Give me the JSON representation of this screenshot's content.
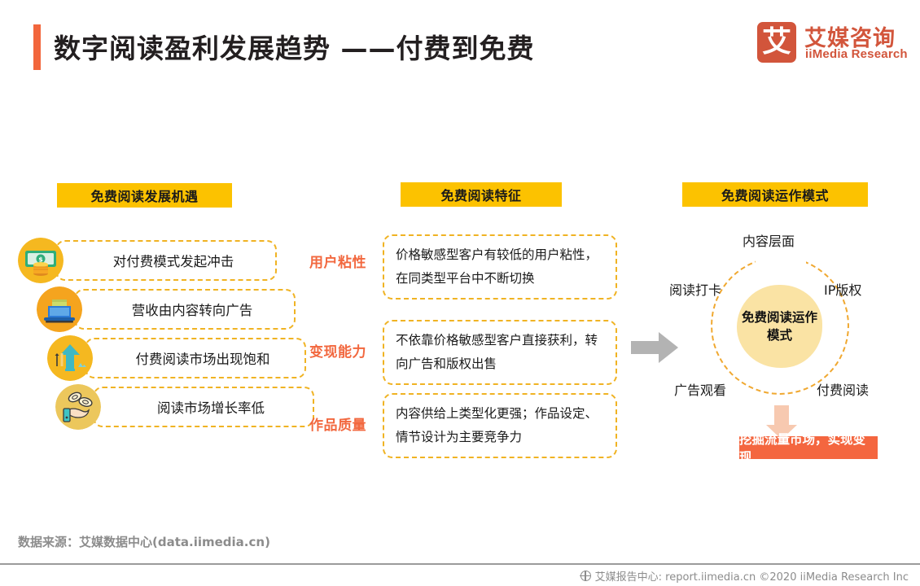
{
  "header": {
    "title": "数字阅读盈利发展趋势 ——付费到免费",
    "accent_color": "#f2663c",
    "logo": {
      "mark_glyph": "艾",
      "cn_name": "艾媒咨询",
      "en_name": "iiMedia Research",
      "color": "#d2553b"
    }
  },
  "sections": {
    "left": {
      "chip_label": "免费阅读发展机遇",
      "chip_color": "#fcc200",
      "items": [
        {
          "icon": "cash-money-icon",
          "label": "对付费模式发起冲击"
        },
        {
          "icon": "laptop-document-icon",
          "label": "营收由内容转向广告"
        },
        {
          "icon": "up-arrow-growth-icon",
          "label": "付费阅读市场出现饱和"
        },
        {
          "icon": "hand-coins-icon",
          "label": "阅读市场增长率低"
        }
      ]
    },
    "middle": {
      "chip_label": "免费阅读特征",
      "chip_color": "#fcc200",
      "label_color": "#f2683f",
      "features": [
        {
          "label": "用户粘性",
          "text": "价格敏感型客户有较低的用户粘性，在同类型平台中不断切换"
        },
        {
          "label": "变现能力",
          "text": "不依靠价格敏感型客户直接获利，转向广告和版权出售"
        },
        {
          "label": "作品质量",
          "text": "内容供给上类型化更强；作品设定、情节设计为主要竞争力"
        }
      ]
    },
    "right": {
      "chip_label": "免费阅读运作模式",
      "chip_color": "#fcc200",
      "core_label": "免费阅读运作模式",
      "core_color": "#fae3a4",
      "ring_color": "#f0a830",
      "nodes": {
        "top": "内容层面",
        "top_left": "阅读打卡",
        "top_right": "IP版权",
        "bottom_left": "广告观看",
        "bottom_right": "付费阅读"
      },
      "result_banner": "挖掘流量市场，实现变现",
      "result_color": "#f4663f"
    }
  },
  "arrows": {
    "flow_arrow": "right-arrow-icon",
    "flow_arrow_color": "#b3b3b3",
    "down_arrow": "down-arrow-icon",
    "down_arrow_color": "#f7c9b0"
  },
  "footer": {
    "source": "数据来源：艾媒数据中心(data.iimedia.cn)",
    "report_center": "艾媒报告中心: report.iimedia.cn  ©2020  iiMedia Research Inc",
    "globe_icon": "globe-icon"
  }
}
